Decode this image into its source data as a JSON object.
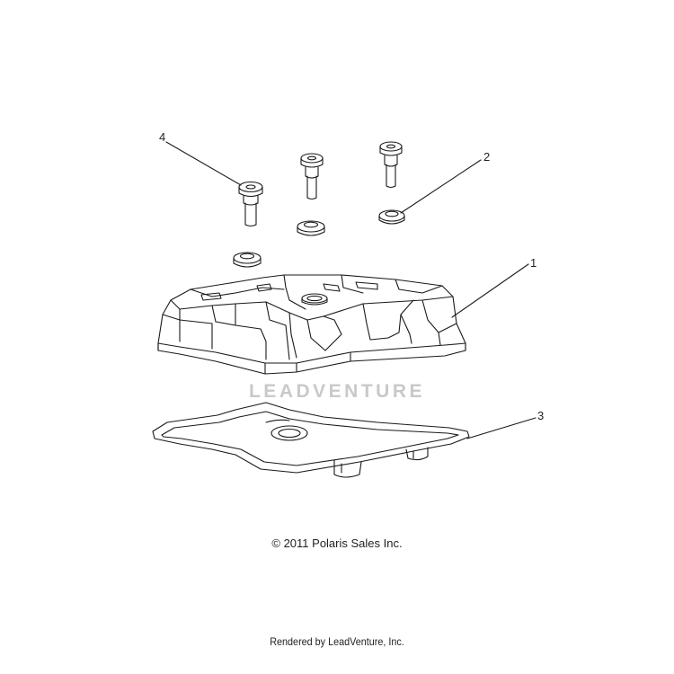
{
  "callouts": {
    "c1": "1",
    "c2": "2",
    "c3": "3",
    "c4": "4"
  },
  "watermark": "LEADVENTURE",
  "copyright": "© 2011 Polaris Sales Inc.",
  "rendered_by": "Rendered by LeadVenture, Inc."
}
